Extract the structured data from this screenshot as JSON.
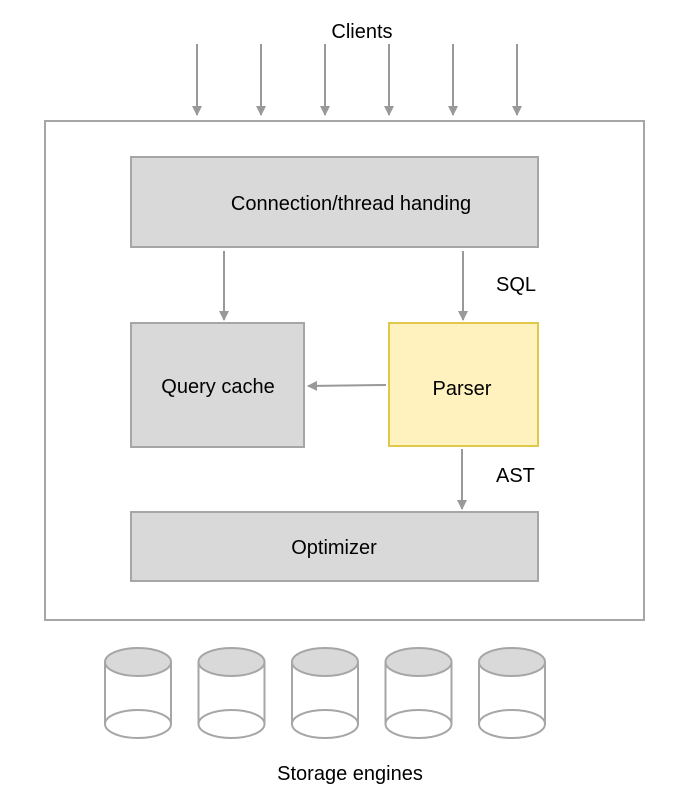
{
  "title": "Clients",
  "footer": "Storage engines",
  "nodes": {
    "connection": "Connection/thread handing",
    "query_cache": "Query cache",
    "parser": "Parser",
    "optimizer": "Optimizer"
  },
  "edge_labels": {
    "sql": "SQL",
    "ast": "AST"
  },
  "client_arrow_count": 6,
  "storage_engine_count": 5,
  "colors": {
    "box_fill": "#d9d9d9",
    "box_stroke": "#a6a6a6",
    "parser_fill": "#fff2bf",
    "parser_stroke": "#e0c84a",
    "arrow": "#999999"
  }
}
